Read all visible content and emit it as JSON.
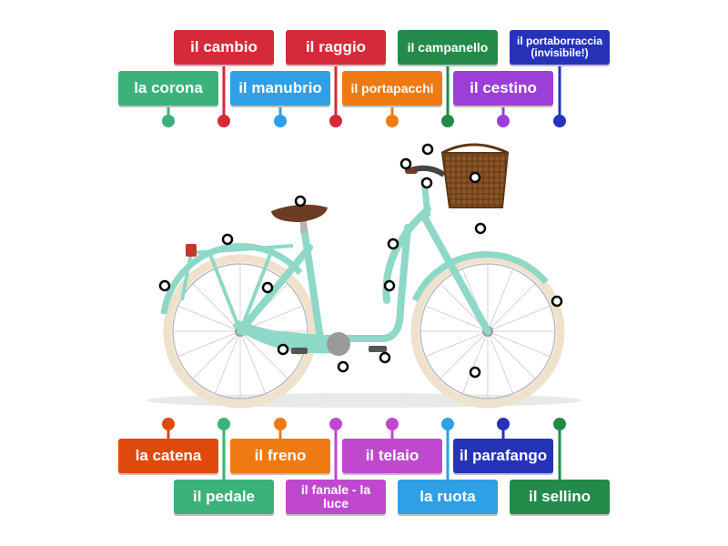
{
  "colors": {
    "red": "#d42a3a",
    "green": "#3bb27a",
    "darkgreen": "#248a4a",
    "blue": "#2f9fe6",
    "orange": "#f07a12",
    "purple": "#9b3fd6",
    "navy": "#2633b9",
    "magenta": "#c048cf",
    "orangered": "#e0490c",
    "frame": "#8ed8c8",
    "tyre": "#efe1cc",
    "basket": "#7a4a22"
  },
  "labels": {
    "cambio": "il cambio",
    "raggio": "il raggio",
    "campanello": "il campanello",
    "portaborraccia": "il portaborraccia (invisibile!)",
    "corona": "la corona",
    "manubrio": "il manubrio",
    "portapacchi": "il portapacchi",
    "cestino": "il cestino",
    "catena": "la catena",
    "freno": "il freno",
    "telaio": "il telaio",
    "parafango": "il parafango",
    "pedale": "il pedale",
    "fanale": "il fanale - la luce",
    "ruota": "la ruota",
    "sellino": "il sellino"
  }
}
